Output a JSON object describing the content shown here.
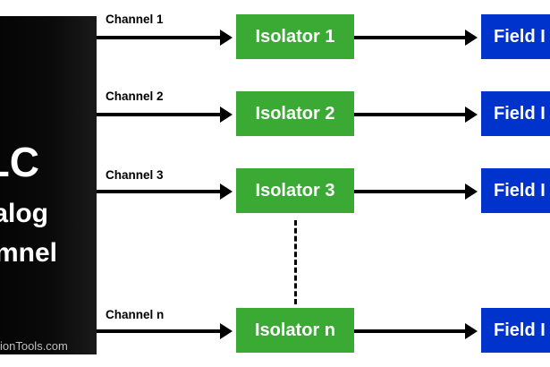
{
  "plc": {
    "line1": "LC",
    "line2": "alog",
    "line3": "mnel",
    "watermark": "ionTools.com"
  },
  "channels": [
    {
      "label": "Channel 1",
      "isolator": "Isolator 1",
      "field": "Field I"
    },
    {
      "label": "Channel 2",
      "isolator": "Isolator 2",
      "field": "Field I"
    },
    {
      "label": "Channel 3",
      "isolator": "Isolator 3",
      "field": "Field I"
    },
    {
      "label": "Channel n",
      "isolator": "Isolator n",
      "field": "Field I"
    }
  ],
  "colors": {
    "plc_background": "#000000",
    "isolator": "#3aaa35",
    "field": "#0033cc",
    "arrow": "#000000"
  }
}
